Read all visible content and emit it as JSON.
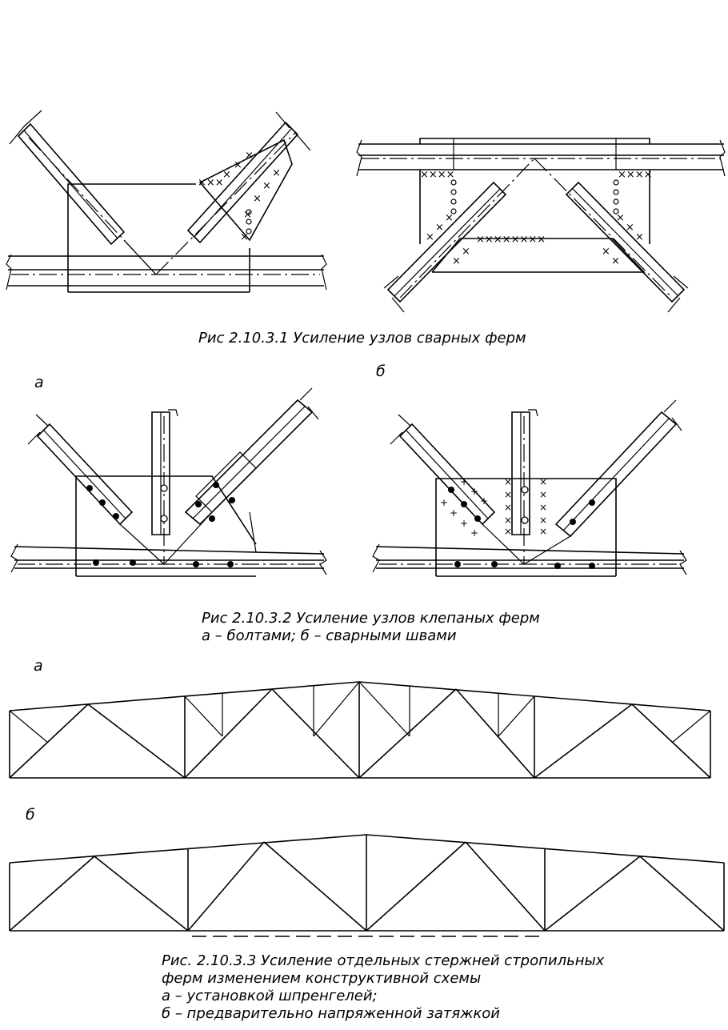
{
  "captions": {
    "fig1": "Рис 2.10.3.1 Усиление узлов сварных ферм",
    "fig2_line1": "Рис 2.10.3.2 Усиление узлов клепаных ферм",
    "fig2_line2": "а – болтами; б – сварными швами",
    "fig3_line1": "Рис. 2.10.3.3 Усиление отдельных стержней стропильных",
    "fig3_line2": "ферм изменением конструктивной схемы",
    "fig3_line3": "а – установкой шпренгелей;",
    "fig3_line4": "б – предварительно напряженной затяжкой"
  },
  "labels": {
    "fig2_a": "а",
    "fig2_b": "б",
    "fig3_a": "а",
    "fig3_b": "б"
  },
  "colors": {
    "ink": "#000000",
    "paper": "#ffffff"
  }
}
